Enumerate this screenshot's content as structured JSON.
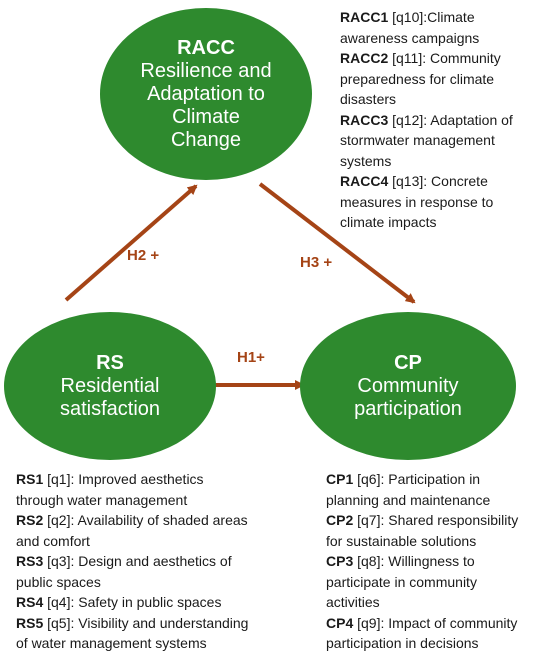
{
  "nodes": {
    "racc": {
      "code": "RACC",
      "name_lines": [
        "Resilience and",
        "Adaptation to",
        "Climate",
        "Change"
      ]
    },
    "rs": {
      "code": "RS",
      "name_lines": [
        "Residential",
        "satisfaction"
      ]
    },
    "cp": {
      "code": "CP",
      "name_lines": [
        "Community",
        "participation"
      ]
    }
  },
  "hypotheses": {
    "h1": "H1+",
    "h2": "H2 +",
    "h3": "H3 +"
  },
  "racc_items": [
    {
      "code": "RACC1",
      "q": " [q10]:",
      "lines": [
        "Climate",
        "awareness campaigns"
      ]
    },
    {
      "code": "RACC2",
      "q": " [q11]: ",
      "lines": [
        "Community",
        "preparedness for climate",
        "disasters"
      ]
    },
    {
      "code": "RACC3",
      "q": " [q12]: ",
      "lines": [
        "Adaptation of",
        "stormwater management",
        "systems"
      ]
    },
    {
      "code": "RACC4",
      "q": " [q13]: ",
      "lines": [
        "Concrete",
        "measures in response to",
        "climate impacts"
      ]
    }
  ],
  "rs_items": [
    {
      "code": "RS1",
      "q": " [q1]: ",
      "lines": [
        "Improved aesthetics",
        "through water management"
      ]
    },
    {
      "code": "RS2",
      "q": " [q2]: ",
      "lines": [
        "Availability of shaded areas",
        "and comfort"
      ]
    },
    {
      "code": "RS3",
      "q": " [q3]: ",
      "lines": [
        "Design and aesthetics of",
        "public spaces"
      ]
    },
    {
      "code": "RS4",
      "q": " [q4]: ",
      "lines": [
        "Safety in public spaces"
      ]
    },
    {
      "code": "RS5",
      "q": " [q5]: ",
      "lines": [
        "Visibility and understanding",
        "of water management systems"
      ]
    }
  ],
  "cp_items": [
    {
      "code": "CP1",
      "q": " [q6]: ",
      "lines": [
        "Participation in",
        "planning and maintenance"
      ]
    },
    {
      "code": "CP2",
      "q": " [q7]: ",
      "lines": [
        "Shared responsibility",
        "for sustainable solutions"
      ]
    },
    {
      "code": "CP3",
      "q": " [q8]: ",
      "lines": [
        "Willingness to",
        "participate in community",
        "activities"
      ]
    },
    {
      "code": "CP4",
      "q": " [q9]: ",
      "lines": [
        "Impact of community",
        "participation in decisions"
      ]
    }
  ],
  "colors": {
    "node_fill": "#2e8a2e",
    "arrow": "#a54416",
    "node_text": "#ffffff",
    "body_text": "#1a1a1a"
  }
}
